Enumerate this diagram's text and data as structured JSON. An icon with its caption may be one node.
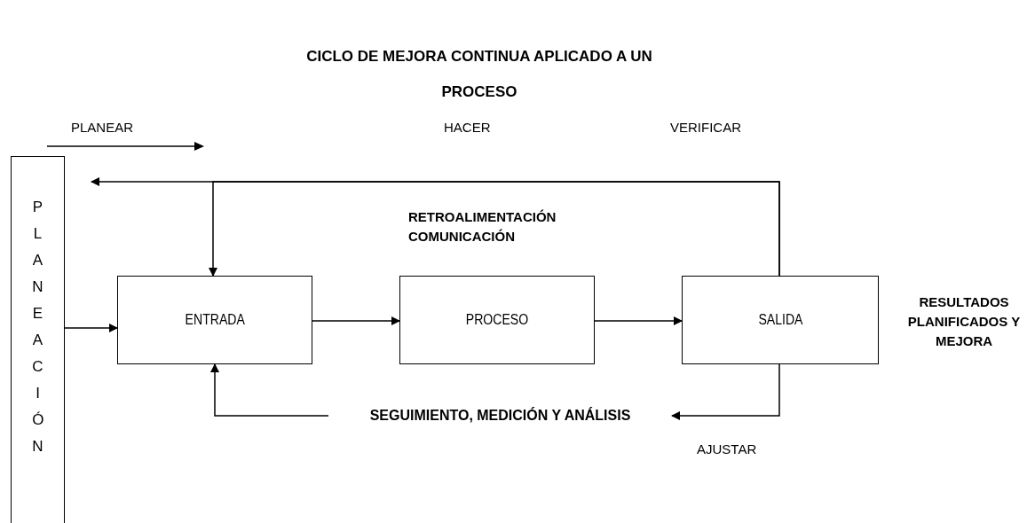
{
  "diagram": {
    "title": "CICLO DE MEJORA CONTINUA APLICADO A UN PROCESO",
    "nodes": [
      {
        "text": [
          "PLANEACIÓN"
        ]
      },
      {
        "text": [
          "ENTRADA"
        ]
      },
      {
        "text": [
          "PROCESO"
        ]
      },
      {
        "text": [
          "SALIDA"
        ]
      },
      {
        "text": [
          "SEGUIMIENTO, MEDICIÓN Y ANÁLISIS"
        ]
      }
    ],
    "edges": [
      {
        "from": 0,
        "to": 1,
        "arrow": "to"
      },
      {
        "from": 1,
        "to": 2,
        "arrow": "to"
      },
      {
        "from": 2,
        "to": 3,
        "arrow": "to"
      },
      {
        "from": 3,
        "to": 1,
        "arrow": "to"
      },
      {
        "from": 3,
        "to": null,
        "arrow": "to"
      },
      {
        "from": 3,
        "to": 4,
        "arrow": "to"
      },
      {
        "from": 4,
        "to": 1,
        "arrow": "to"
      }
    ],
    "labels": [
      "PLANEAR",
      "HACER",
      "VERIFICAR",
      "RETROALIMENTACIÓN COMUNICACIÓN",
      "RESULTADOS PLANIFICADOS Y MEJORA",
      "AJUSTAR"
    ]
  }
}
